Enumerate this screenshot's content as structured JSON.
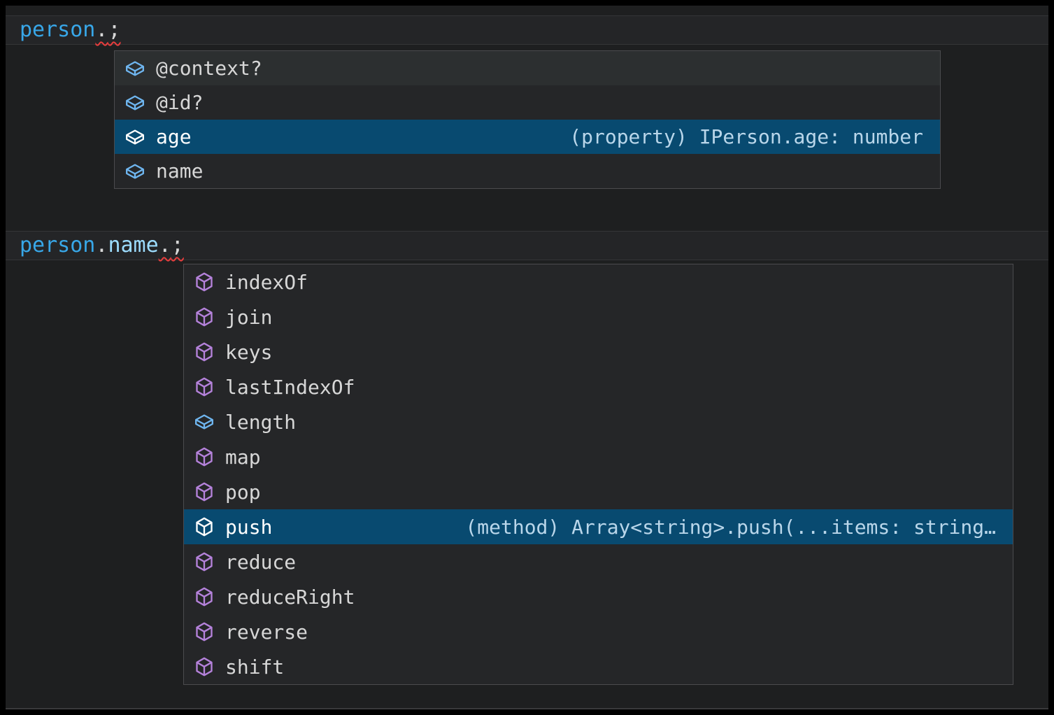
{
  "palette": {
    "frame": "#000000",
    "editor-bg": "#1e1f20",
    "line-band-bg": "#242527",
    "line-band-border": "#343537",
    "popup-bg": "#252628",
    "popup-border": "#4b4b4e",
    "row-hover-bg": "#2c2f30",
    "row-selected-bg": "#084a70",
    "label-color": "#d7d7d7",
    "selected-label-color": "#ffffff",
    "detail-color": "#b9d6ea",
    "field-icon-color": "#6fb6f0",
    "method-icon-color": "#b582db",
    "selected-icon-color": "#ffffff",
    "variable-color": "#38a7e8",
    "property-color": "#9cdcfe",
    "punct-color": "#d8d8d8",
    "error-color": "#e83d3d",
    "bottom-edge-line": "#39393b"
  },
  "editors": [
    {
      "name": "person-member-completion",
      "code_tokens": [
        {
          "text": "person",
          "kind": "variable",
          "error": false
        },
        {
          "text": ".",
          "kind": "punct",
          "error": true
        },
        {
          "text": ";",
          "kind": "punct",
          "error": true
        }
      ],
      "suggest_items": [
        {
          "label": "@context?",
          "kind": "field",
          "state": "hover",
          "detail": ""
        },
        {
          "label": "@id?",
          "kind": "field",
          "state": "normal",
          "detail": ""
        },
        {
          "label": "age",
          "kind": "field",
          "state": "selected",
          "detail": "(property) IPerson.age: number"
        },
        {
          "label": "name",
          "kind": "field",
          "state": "normal",
          "detail": ""
        }
      ]
    },
    {
      "name": "person-name-member-completion",
      "code_tokens": [
        {
          "text": "person",
          "kind": "variable",
          "error": false
        },
        {
          "text": ".",
          "kind": "punct",
          "error": false
        },
        {
          "text": "name",
          "kind": "property",
          "error": false
        },
        {
          "text": ".",
          "kind": "punct",
          "error": true
        },
        {
          "text": ";",
          "kind": "punct",
          "error": true
        }
      ],
      "suggest_items": [
        {
          "label": "indexOf",
          "kind": "method",
          "state": "normal",
          "detail": ""
        },
        {
          "label": "join",
          "kind": "method",
          "state": "normal",
          "detail": ""
        },
        {
          "label": "keys",
          "kind": "method",
          "state": "normal",
          "detail": ""
        },
        {
          "label": "lastIndexOf",
          "kind": "method",
          "state": "normal",
          "detail": ""
        },
        {
          "label": "length",
          "kind": "field",
          "state": "normal",
          "detail": ""
        },
        {
          "label": "map",
          "kind": "method",
          "state": "normal",
          "detail": ""
        },
        {
          "label": "pop",
          "kind": "method",
          "state": "normal",
          "detail": ""
        },
        {
          "label": "push",
          "kind": "method",
          "state": "selected",
          "detail": "(method) Array<string>.push(...items: string…"
        },
        {
          "label": "reduce",
          "kind": "method",
          "state": "normal",
          "detail": ""
        },
        {
          "label": "reduceRight",
          "kind": "method",
          "state": "normal",
          "detail": ""
        },
        {
          "label": "reverse",
          "kind": "method",
          "state": "normal",
          "detail": ""
        },
        {
          "label": "shift",
          "kind": "method",
          "state": "normal",
          "detail": ""
        }
      ]
    }
  ]
}
